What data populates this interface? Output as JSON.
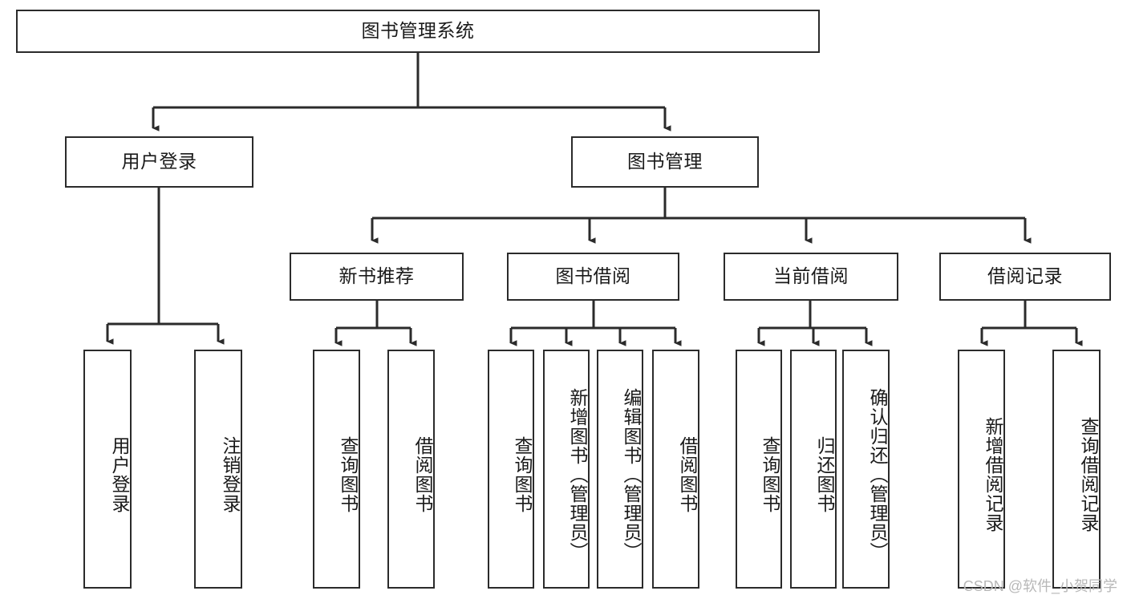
{
  "diagram": {
    "type": "tree-hierarchy-diagram",
    "title": "图书管理系统",
    "colors": {
      "stroke": "#2b2b2b",
      "fill": "#ffffff",
      "text": "#1a1a1a",
      "watermark": "#b8b8b8",
      "background": "#ffffff"
    },
    "watermark": "CSDN @软件_小贺同学",
    "nodes": {
      "root": {
        "label": "图书管理系统"
      },
      "level2": [
        {
          "id": "user-login",
          "label": "用户登录"
        },
        {
          "id": "book-manage",
          "label": "图书管理"
        }
      ],
      "level3": [
        {
          "id": "new-book-recommend",
          "label": "新书推荐"
        },
        {
          "id": "book-borrow",
          "label": "图书借阅"
        },
        {
          "id": "current-borrow",
          "label": "当前借阅"
        },
        {
          "id": "borrow-record",
          "label": "借阅记录"
        }
      ],
      "leaves": {
        "user_login": [
          {
            "id": "leaf-user-login",
            "label": "用户登录"
          },
          {
            "id": "leaf-logout-login",
            "label": "注销登录"
          }
        ],
        "new_book_recommend": [
          {
            "id": "leaf-query-book-1",
            "label": "查询图书"
          },
          {
            "id": "leaf-borrow-book-1",
            "label": "借阅图书"
          }
        ],
        "book_borrow": [
          {
            "id": "leaf-query-book-2",
            "label": "查询图书"
          },
          {
            "id": "leaf-add-book",
            "label": "新增图书（管理员）"
          },
          {
            "id": "leaf-edit-book",
            "label": "编辑图书（管理员）"
          },
          {
            "id": "leaf-borrow-book-2",
            "label": "借阅图书"
          }
        ],
        "current_borrow": [
          {
            "id": "leaf-query-book-3",
            "label": "查询图书"
          },
          {
            "id": "leaf-return-book",
            "label": "归还图书"
          },
          {
            "id": "leaf-confirm-return",
            "label": "确认归还（管理员）"
          }
        ],
        "borrow_record": [
          {
            "id": "leaf-add-record",
            "label": "新增借阅记录"
          },
          {
            "id": "leaf-query-record",
            "label": "查询借阅记录"
          }
        ]
      }
    }
  }
}
